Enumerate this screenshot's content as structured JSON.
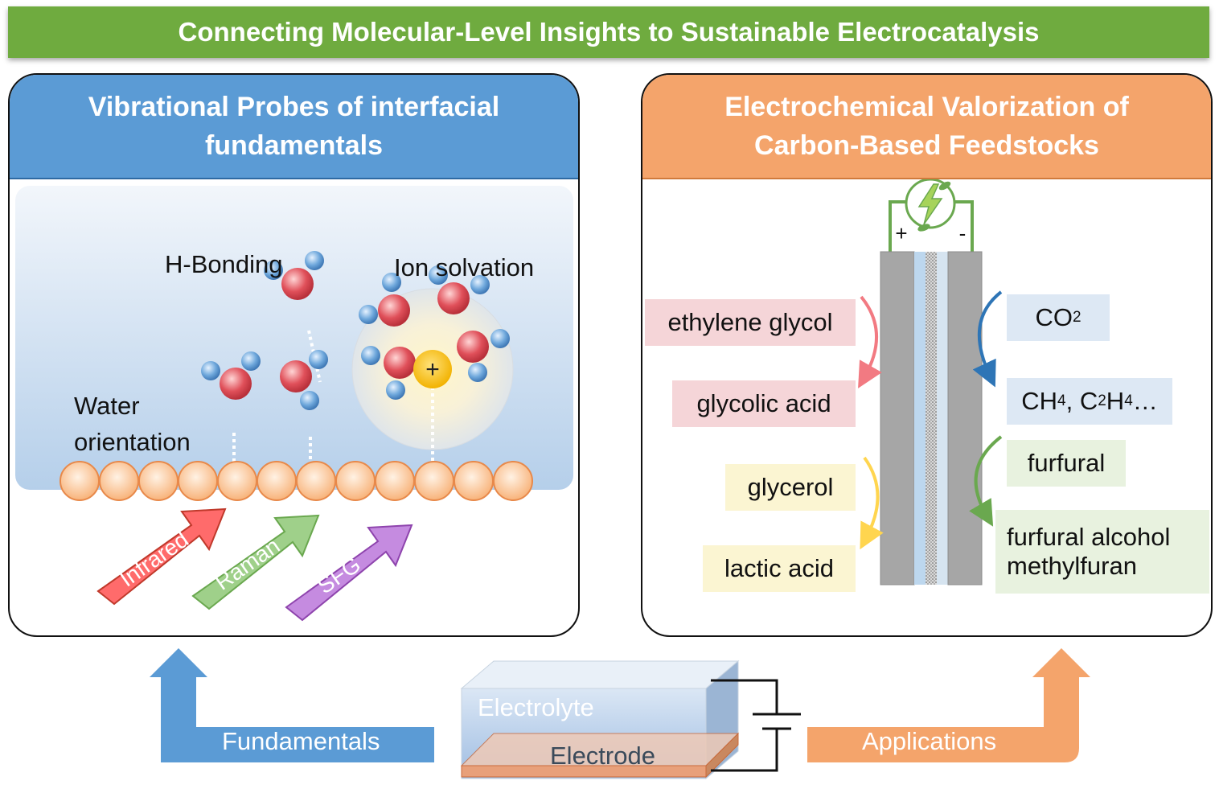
{
  "title": "Connecting Molecular-Level Insights to Sustainable Electrocatalysis",
  "left_panel": {
    "heading": "Vibrational Probes of interfacial fundamentals",
    "labels": {
      "h_bonding": "H-Bonding",
      "ion_solvation": "Ion solvation",
      "water_line1": "Water",
      "water_line2": "orientation",
      "cation": "+"
    },
    "probes": [
      "Infrared",
      "Raman",
      "SFG"
    ]
  },
  "right_panel": {
    "heading": "Electrochemical Valorization of Carbon-Based Feedstocks",
    "anode_sign": "+",
    "cathode_sign": "-",
    "oxidation": [
      {
        "reactant": "ethylene glycol",
        "product": "glycolic acid"
      },
      {
        "reactant": "glycerol",
        "product": "lactic acid"
      }
    ],
    "reduction": [
      {
        "reactant": "CO",
        "reactant_sub": "2",
        "product_parts": [
          "CH",
          "4",
          ", C",
          "2",
          "H",
          "4",
          " …"
        ]
      },
      {
        "reactant": "furfural",
        "product_line1": "furfural alcohol",
        "product_line2": "methylfuran"
      }
    ]
  },
  "bottom": {
    "fundamentals": "Fundamentals",
    "applications": "Applications",
    "electrolyte": "Electrolyte",
    "electrode": "Electrode"
  },
  "colors": {
    "banner": "#6fab3f",
    "blue_header": "#5b9bd5",
    "orange_header": "#f4a46b",
    "infrared": "#ff6b6b",
    "raman": "#9fd08a",
    "sfg": "#c58be0"
  }
}
